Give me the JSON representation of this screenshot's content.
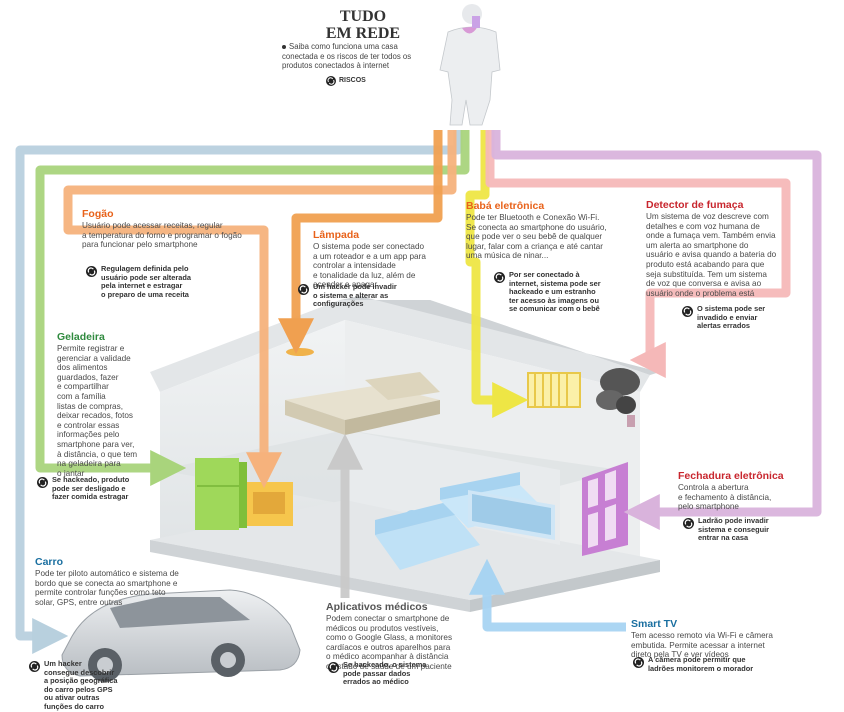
{
  "header": {
    "title_line1": "TUDO",
    "title_line2": "EM REDE",
    "subtitle": "Saiba como funciona uma casa conectada e os riscos de ter todos os produtos conectados à internet",
    "legend_label": "RISCOS"
  },
  "colors": {
    "fogao": "#f6b27c",
    "lampada": "#f0a050",
    "geladeira": "#a9d47c",
    "carro": "#b8d0de",
    "baba": "#eee645",
    "detector": "#f5b8b8",
    "fechadura": "#d9b3dc",
    "tv": "#a8d4f2",
    "apps": "#c9c9c9",
    "titles_orange": "#e8621a",
    "titles_green": "#2f8a3e",
    "titles_red": "#c8262e",
    "titles_blue": "#1a6fa0",
    "titles_gray": "#555555"
  },
  "devices": {
    "fogao": {
      "title": "Fogão",
      "desc": [
        "Usuário pode acessar receitas, regular",
        "a temperatura do forno e programar o fogão",
        "para funcionar pelo smartphone"
      ],
      "risk": [
        "Regulagem definida pelo",
        "usuário pode ser alterada",
        "pela internet e estragar",
        "o preparo de uma receita"
      ]
    },
    "lampada": {
      "title": "Lâmpada",
      "desc": [
        "O sistema pode ser conectado",
        "a um roteador e a um app para",
        "controlar a intensidade",
        "e tonalidade da luz, além de",
        "acender e apagar"
      ],
      "risk": [
        "Um hacker pode invadir",
        "o sistema e alterar as",
        "configurações"
      ]
    },
    "baba": {
      "title": "Babá eletrônica",
      "desc": [
        "Pode ter Bluetooth e Conexão Wi-Fi.",
        "Se conecta ao smartphone do usuário,",
        "que pode ver o seu bebê de qualquer",
        "lugar, falar com a criança e até cantar",
        "uma música de ninar..."
      ],
      "risk": [
        "Por ser conectado à",
        "internet, sistema pode ser",
        "hackeado e um estranho",
        "ter acesso às imagens ou",
        "se comunicar com o bebê"
      ]
    },
    "detector": {
      "title": "Detector de fumaça",
      "desc": [
        "Um sistema de voz descreve com",
        "detalhes e com voz humana de",
        "onde a fumaça vem. Também envia",
        "um alerta ao smartphone do",
        "usuário e avisa quando a bateria do",
        "produto está acabando para que",
        "seja substituída. Tem um sistema",
        "de voz que conversa e avisa ao",
        "usuário onde o problema está"
      ],
      "risk": [
        "O sistema pode ser",
        "invadido e enviar",
        "alertas errados"
      ]
    },
    "geladeira": {
      "title": "Geladeira",
      "desc": [
        "Permite registrar e",
        "gerenciar a validade",
        "dos alimentos",
        "guardados, fazer",
        "e compartilhar",
        "com a família",
        "listas de compras,",
        "deixar recados, fotos",
        "e controlar essas",
        "informações pelo",
        "smartphone para ver,",
        "à distância, o que tem",
        "na geladeira para",
        "o jantar"
      ],
      "risk": [
        "Se hackeado, produto",
        "pode ser desligado e",
        "fazer comida estragar"
      ]
    },
    "fechadura": {
      "title": "Fechadura eletrônica",
      "desc": [
        "Controla a abertura",
        "e fechamento à distância,",
        "pelo smartphone"
      ],
      "risk": [
        "Ladrão pode invadir",
        "sistema e conseguir",
        "entrar na casa"
      ]
    },
    "carro": {
      "title": "Carro",
      "desc": [
        "Pode ter piloto automático e sistema de",
        "bordo que se conecta ao smartphone e",
        "permite controlar funções como teto",
        "solar, GPS, entre outras"
      ],
      "risk": [
        "Um hacker",
        "consegue descobrir",
        "a posição geográfica",
        "do carro pelos GPS",
        "ou ativar outras",
        "funções do carro"
      ]
    },
    "apps": {
      "title": "Aplicativos médicos",
      "desc": [
        "Podem conectar o smartphone de",
        "médicos ou produtos vestíveis,",
        "como o Google Glass, a monitores",
        "cardíacos e outros aparelhos para",
        "o médico acompanhar à distância",
        "o estado de saúde de um paciente"
      ],
      "risk": [
        "Se hackeado, o sistema",
        "pode passar dados",
        "errados ao médico"
      ]
    },
    "tv": {
      "title": "Smart TV",
      "desc": [
        "Tem acesso remoto via Wi-Fi e câmera",
        "embutida. Permite acessar a internet",
        "direto pela TV e ver vídeos"
      ],
      "risk": [
        "A câmera pode permitir que",
        "ladrões monitorem o morador"
      ]
    }
  }
}
